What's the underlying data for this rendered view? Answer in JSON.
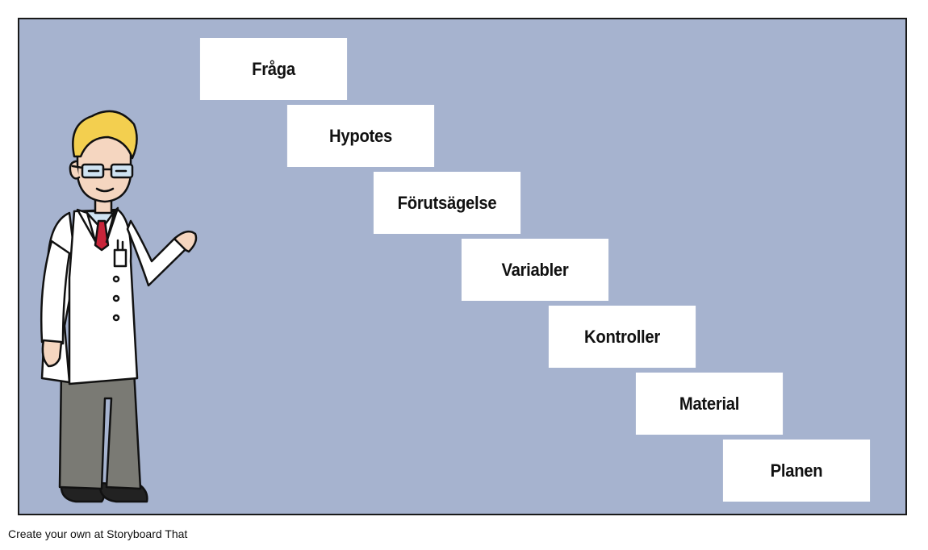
{
  "steps": [
    "Fråga",
    "Hypotes",
    "Förutsägelse",
    "Variabler",
    "Kontroller",
    "Material",
    "Planen"
  ],
  "footer": "Create your own at Storyboard That",
  "colors": {
    "panel_background": "#a6b3cf",
    "panel_border": "#1a1a1a",
    "box_background": "#ffffff",
    "text": "#111111"
  }
}
